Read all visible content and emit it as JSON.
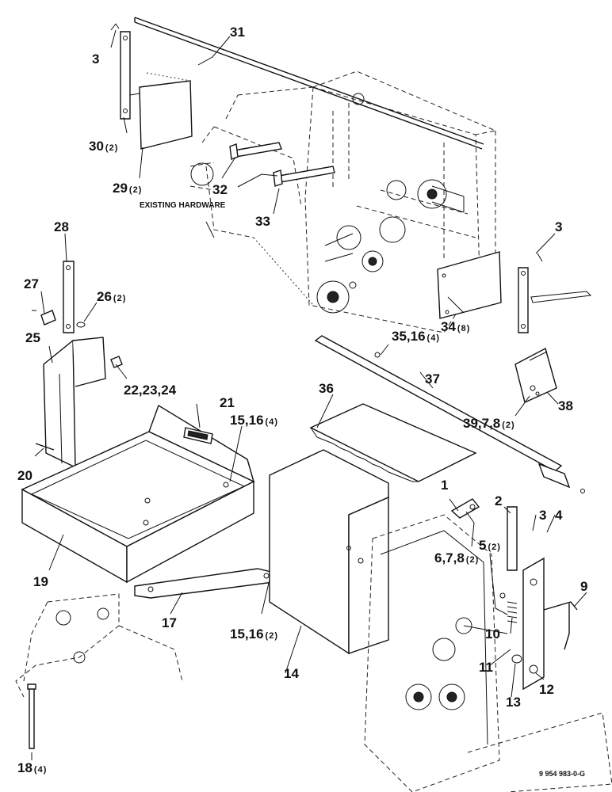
{
  "callouts": [
    {
      "id": "c3a",
      "num": "3"
    },
    {
      "id": "c31",
      "num": "31"
    },
    {
      "id": "c30",
      "num": "30",
      "qty": "(2)"
    },
    {
      "id": "c29",
      "num": "29",
      "qty": "(2)"
    },
    {
      "id": "c32",
      "num": "32"
    },
    {
      "id": "c33",
      "num": "33"
    },
    {
      "id": "c28",
      "num": "28"
    },
    {
      "id": "c27",
      "num": "27"
    },
    {
      "id": "c26",
      "num": "26",
      "qty": "(2)"
    },
    {
      "id": "c25",
      "num": "25"
    },
    {
      "id": "c22",
      "num": "22,23,24"
    },
    {
      "id": "c21",
      "num": "21"
    },
    {
      "id": "c1516a",
      "num": "15,16",
      "qty": "(4)"
    },
    {
      "id": "c20",
      "num": "20"
    },
    {
      "id": "c19",
      "num": "19"
    },
    {
      "id": "c17",
      "num": "17"
    },
    {
      "id": "c1516b",
      "num": "15,16",
      "qty": "(2)"
    },
    {
      "id": "c14",
      "num": "14"
    },
    {
      "id": "c18",
      "num": "18",
      "qty": "(4)"
    },
    {
      "id": "c36",
      "num": "36"
    },
    {
      "id": "c37",
      "num": "37"
    },
    {
      "id": "c3516",
      "num": "35,16",
      "qty": "(4)"
    },
    {
      "id": "c34",
      "num": "34",
      "qty": "(8)"
    },
    {
      "id": "c3b",
      "num": "3"
    },
    {
      "id": "c38",
      "num": "38"
    },
    {
      "id": "c3978",
      "num": "39,7,8",
      "qty": "(2)"
    },
    {
      "id": "c1",
      "num": "1"
    },
    {
      "id": "c678",
      "num": "6,7,8",
      "qty": "(2)"
    },
    {
      "id": "c2",
      "num": "2"
    },
    {
      "id": "c3c",
      "num": "3"
    },
    {
      "id": "c4",
      "num": "4"
    },
    {
      "id": "c5",
      "num": "5",
      "qty": "(2)"
    },
    {
      "id": "c9",
      "num": "9"
    },
    {
      "id": "c10",
      "num": "10"
    },
    {
      "id": "c11",
      "num": "11"
    },
    {
      "id": "c13",
      "num": "13"
    },
    {
      "id": "c12",
      "num": "12"
    }
  ],
  "note": "EXISTING HARDWARE",
  "doc_number": "9 954 983-0-G"
}
